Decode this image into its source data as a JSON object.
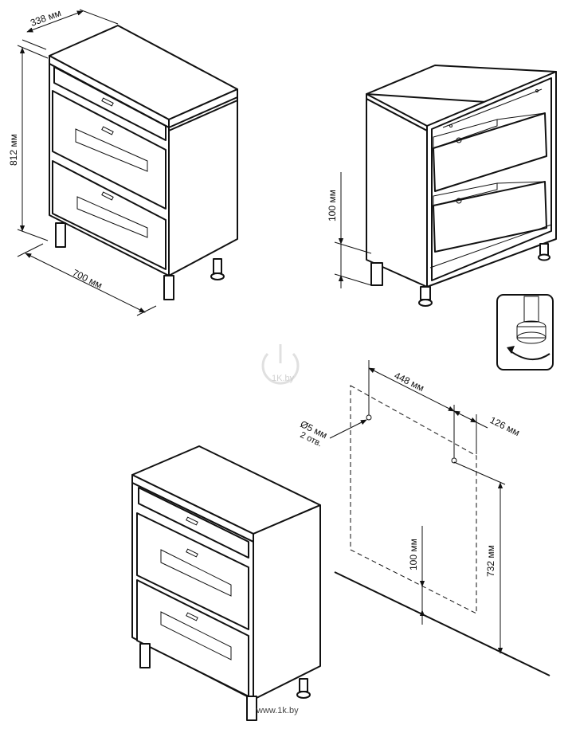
{
  "dimensions": {
    "depth": "338 мм",
    "height": "812 мм",
    "width": "700 мм",
    "leg_height": "100 мм",
    "hole_spacing": "448 мм",
    "hole_offset": "126 мм",
    "hole_diameter": "Ø5 мм",
    "hole_count": "2 отв.",
    "mount_leg": "100 мм",
    "mount_height": "732 мм"
  },
  "watermark": {
    "logo": "1K.by",
    "footer": "www.1k.by"
  }
}
